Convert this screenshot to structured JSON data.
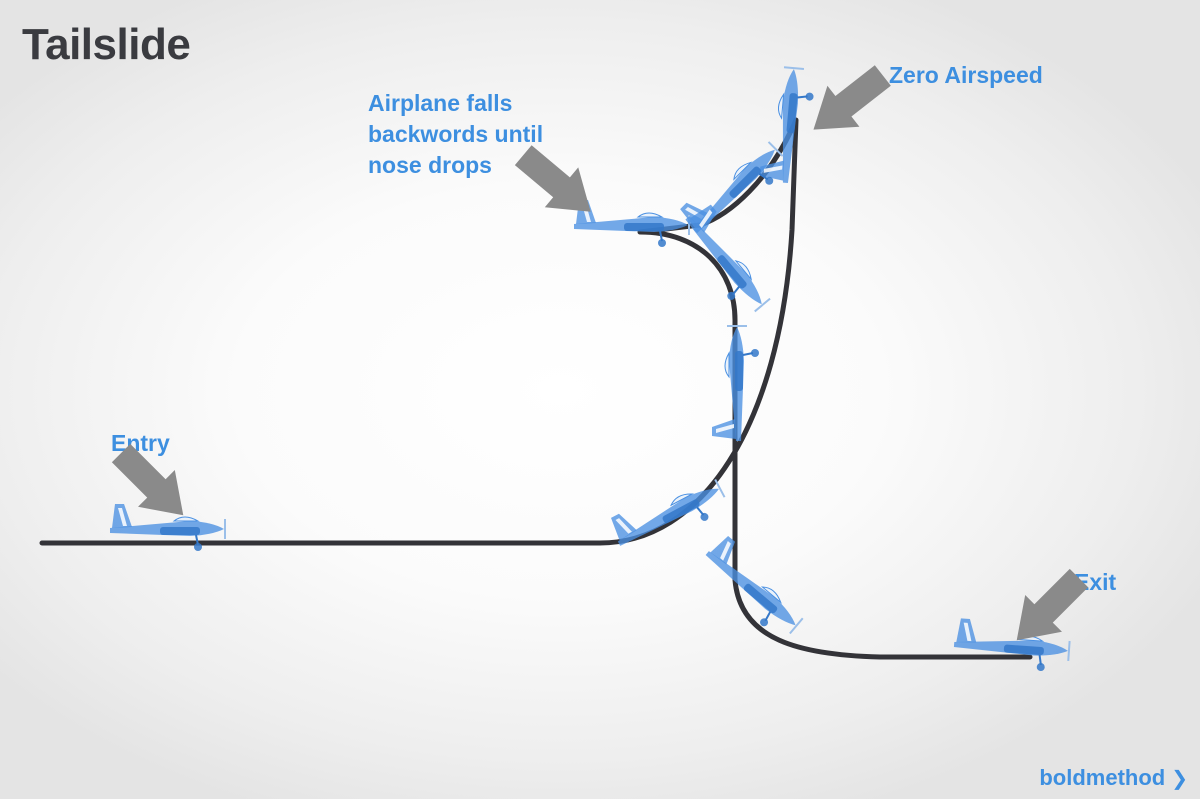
{
  "title": "Tailslide",
  "labels": {
    "falls": [
      "Airplane falls",
      "backwords until",
      "nose drops"
    ],
    "zero_airspeed": "Zero Airspeed",
    "entry": "Entry",
    "exit": "Exit"
  },
  "brand": "boldmethod",
  "brand_arrow": "❯",
  "colors": {
    "path": "#333338",
    "airplane": "#4a90e2",
    "label": "#3d8fe0",
    "arrow": "#8a8a8a",
    "title": "#3a3b40"
  }
}
